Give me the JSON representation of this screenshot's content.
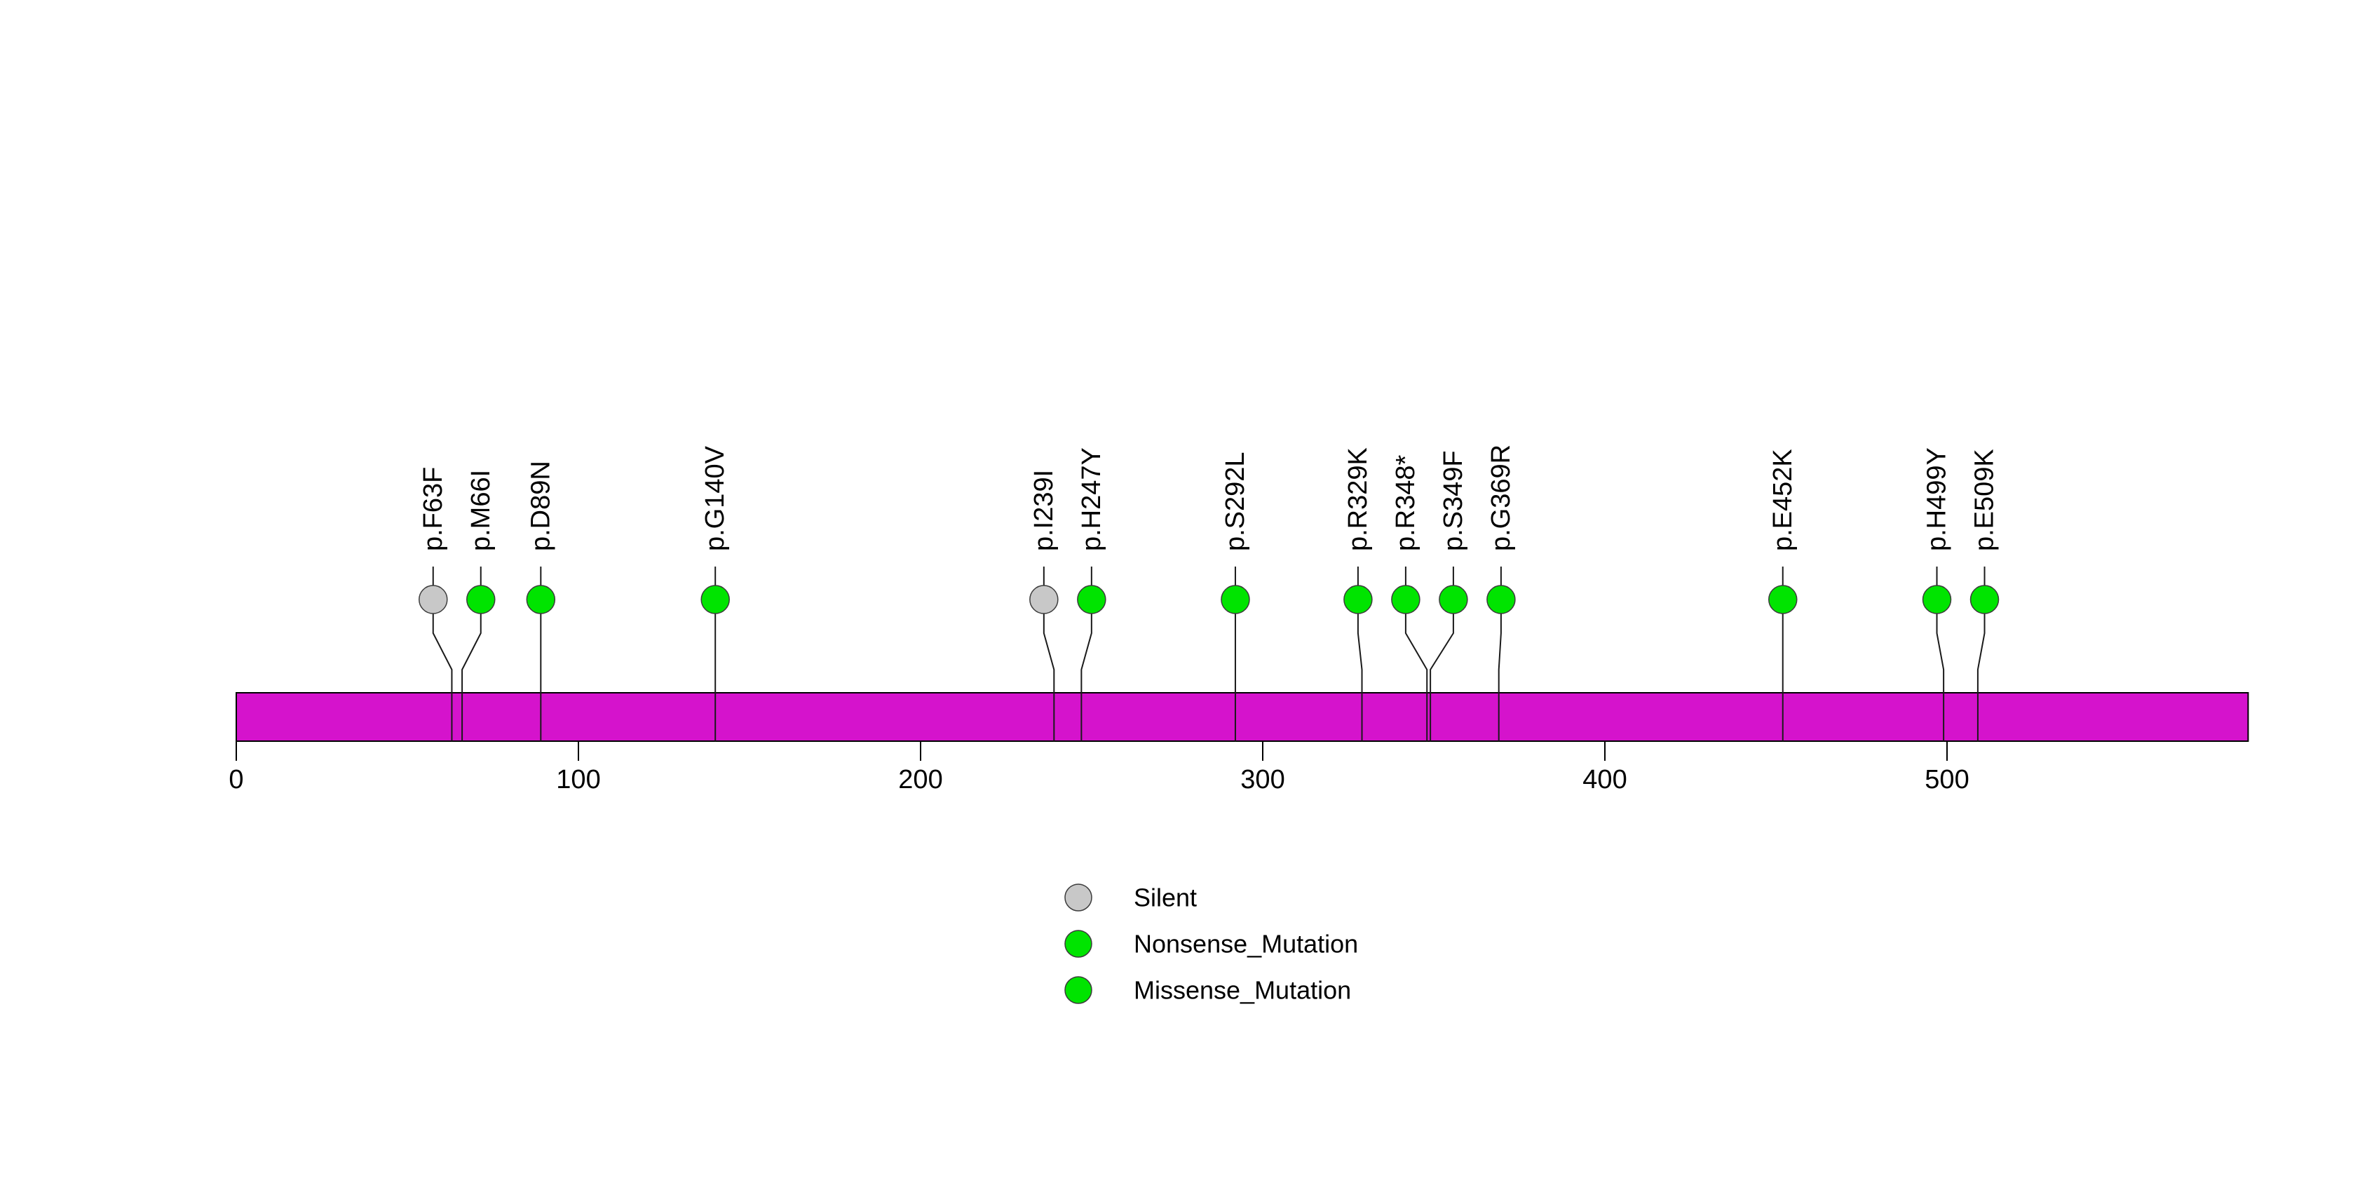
{
  "chart_data": {
    "type": "lollipop",
    "title": "",
    "xlabel": "",
    "ylabel": "",
    "xlim": [
      0,
      588
    ],
    "x_ticks": [
      0,
      100,
      200,
      300,
      400,
      500
    ],
    "grid": false,
    "protein_bar": {
      "start_aa": 0,
      "end_aa": 588,
      "fill_color": "#D513CC",
      "border_color": "#000000"
    },
    "type_colors": {
      "Silent": "#C8C8C8",
      "Nonsense_Mutation": "#00E400",
      "Missense_Mutation": "#00E400"
    },
    "mutations": [
      {
        "label": "p.F63F",
        "aa_position": 63,
        "type": "Silent"
      },
      {
        "label": "p.M66I",
        "aa_position": 66,
        "type": "Missense_Mutation"
      },
      {
        "label": "p.D89N",
        "aa_position": 89,
        "type": "Missense_Mutation"
      },
      {
        "label": "p.G140V",
        "aa_position": 140,
        "type": "Missense_Mutation"
      },
      {
        "label": "p.I239I",
        "aa_position": 239,
        "type": "Silent"
      },
      {
        "label": "p.H247Y",
        "aa_position": 247,
        "type": "Missense_Mutation"
      },
      {
        "label": "p.S292L",
        "aa_position": 292,
        "type": "Missense_Mutation"
      },
      {
        "label": "p.R329K",
        "aa_position": 329,
        "type": "Missense_Mutation"
      },
      {
        "label": "p.R348*",
        "aa_position": 348,
        "type": "Nonsense_Mutation"
      },
      {
        "label": "p.S349F",
        "aa_position": 349,
        "type": "Missense_Mutation"
      },
      {
        "label": "p.G369R",
        "aa_position": 369,
        "type": "Missense_Mutation"
      },
      {
        "label": "p.E452K",
        "aa_position": 452,
        "type": "Missense_Mutation"
      },
      {
        "label": "p.H499Y",
        "aa_position": 499,
        "type": "Missense_Mutation"
      },
      {
        "label": "p.E509K",
        "aa_position": 509,
        "type": "Missense_Mutation"
      }
    ],
    "legend": {
      "position": "bottom-center",
      "items": [
        {
          "label": "Silent",
          "color": "#C8C8C8"
        },
        {
          "label": "Nonsense_Mutation",
          "color": "#00E400"
        },
        {
          "label": "Missense_Mutation",
          "color": "#00E400"
        }
      ]
    }
  }
}
